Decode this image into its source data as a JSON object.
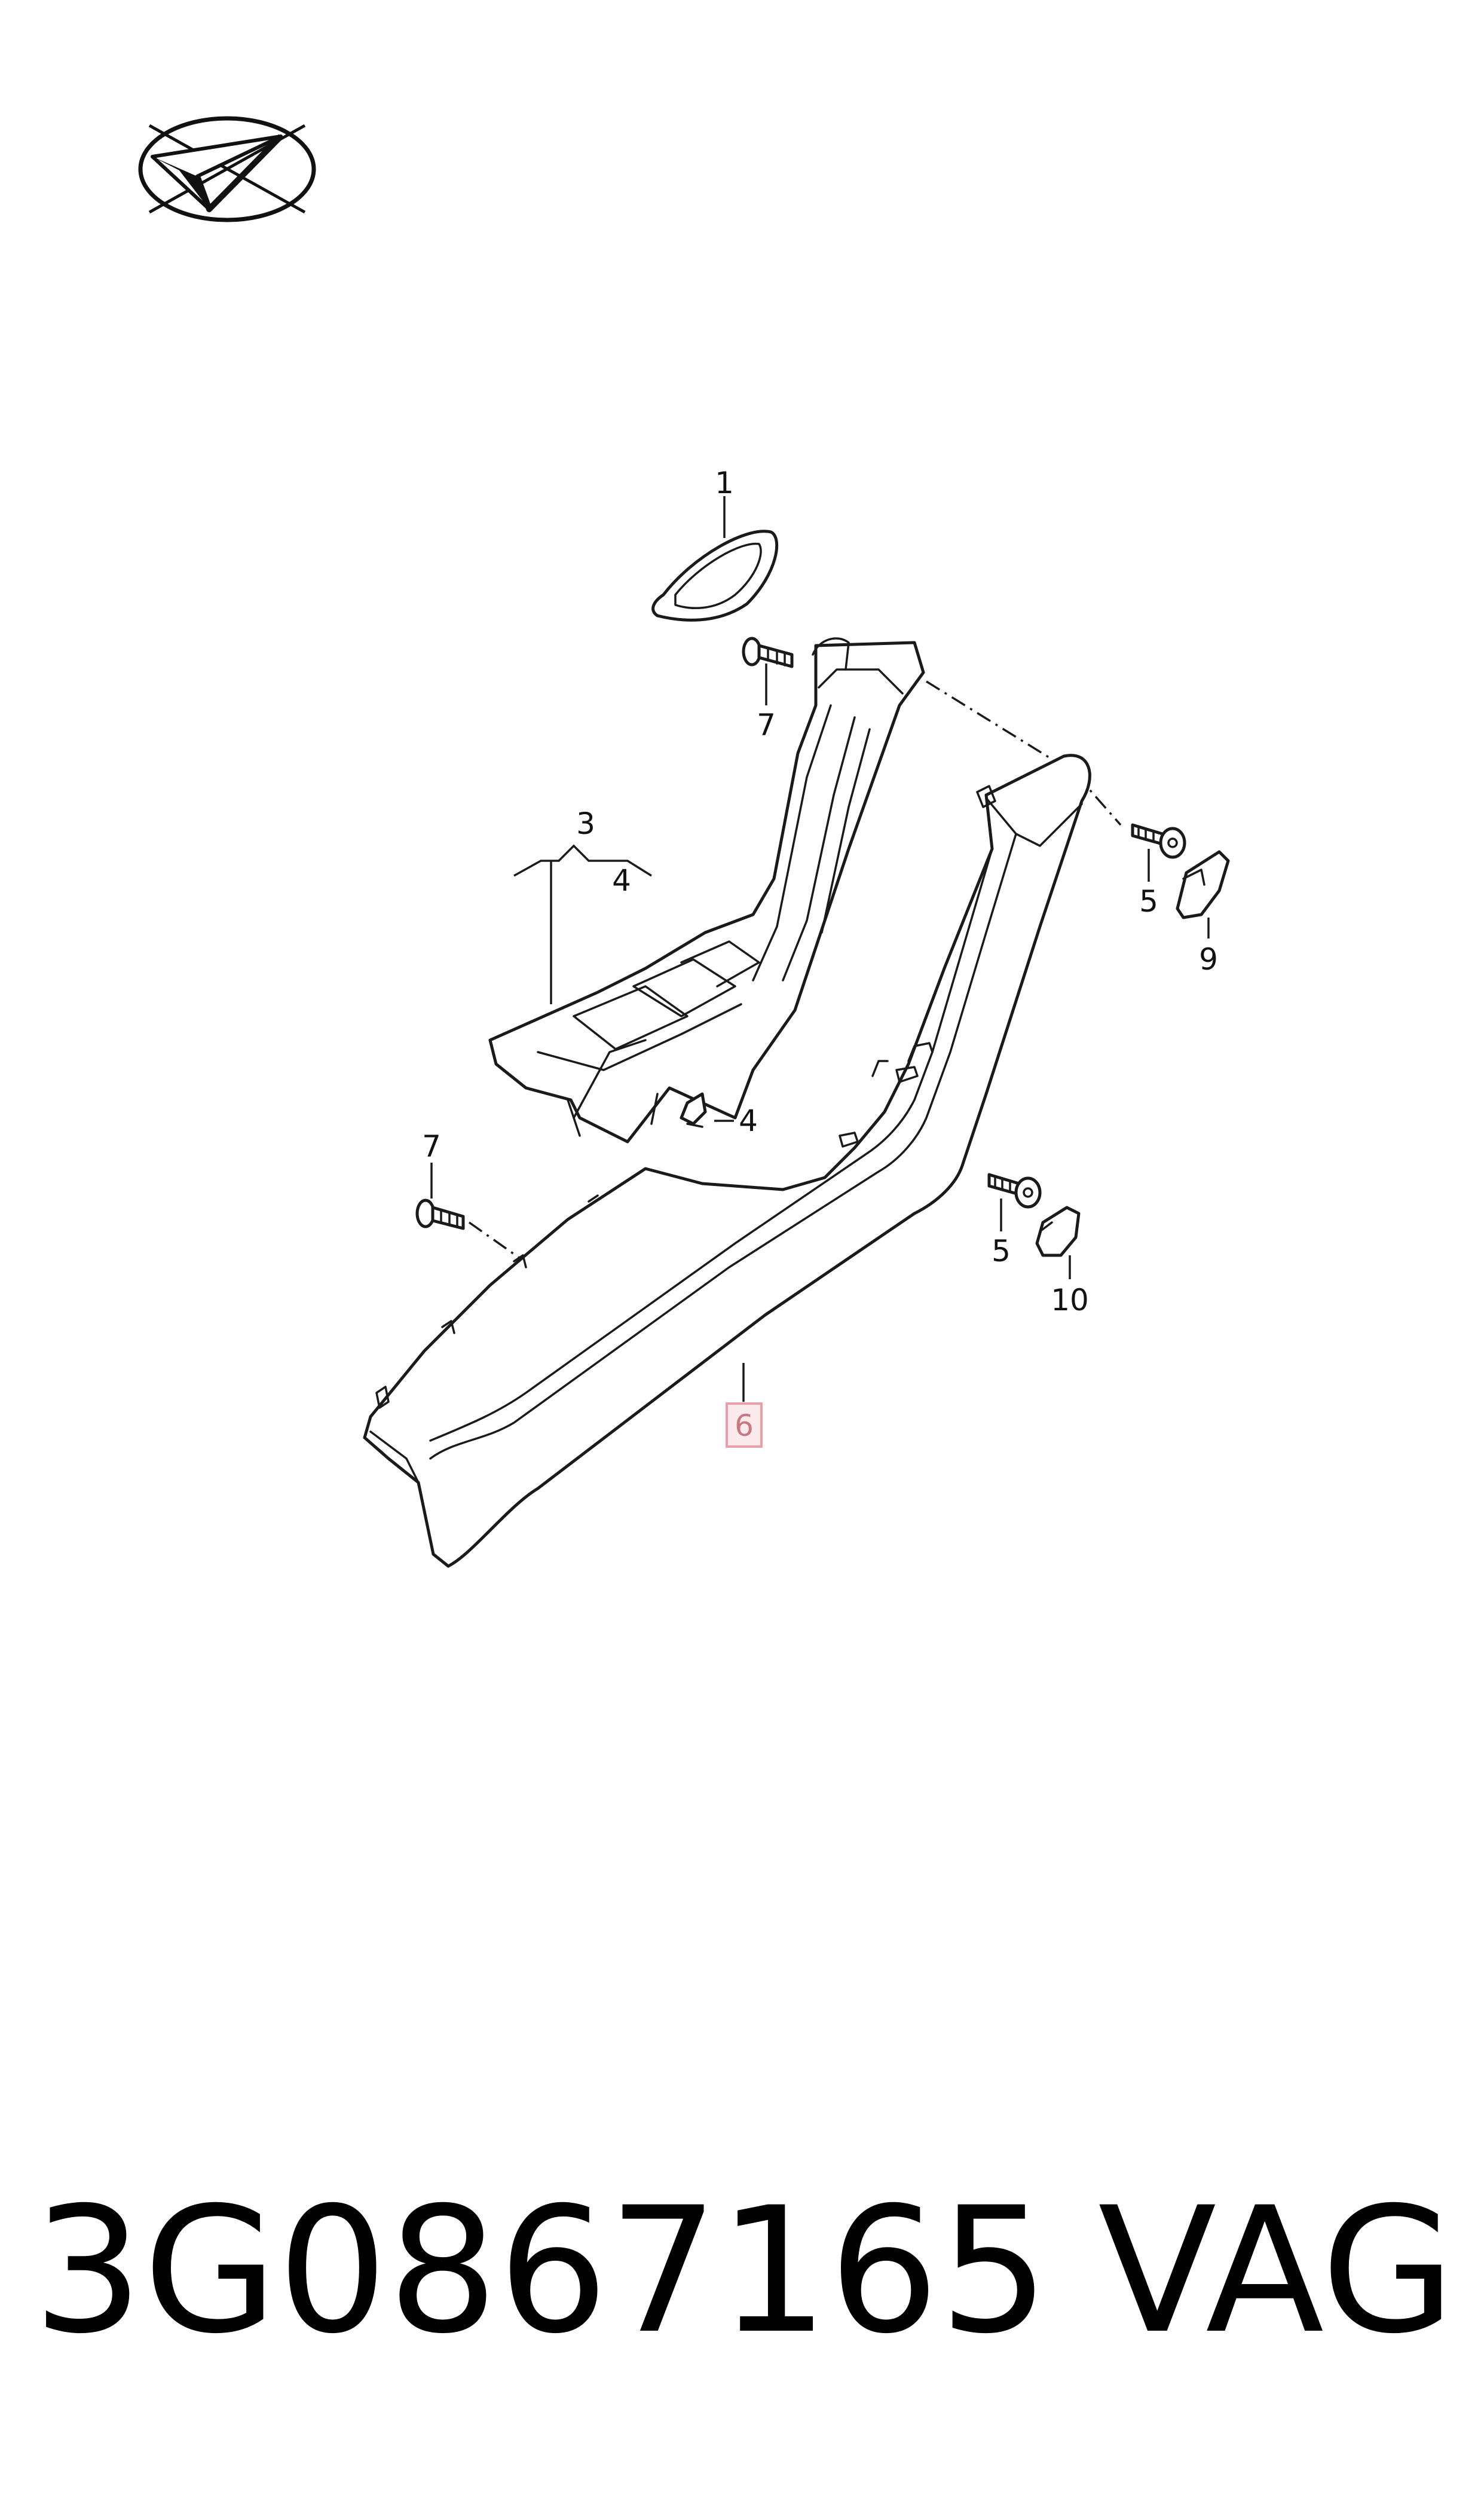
{
  "diagram": {
    "highlighted_callout": "6",
    "highlight_color": "#e8a0a8",
    "highlight_fill": "#fbeaec",
    "callouts": {
      "c1": "1",
      "c3": "3",
      "c4_top": "4",
      "c4_clip": "4",
      "c5_top": "5",
      "c5_bottom": "5",
      "c6": "6",
      "c7_top": "7",
      "c7_left": "7",
      "c9": "9",
      "c10": "10"
    }
  },
  "footer": {
    "part_number": "3G0867165",
    "brand": "VAG"
  }
}
